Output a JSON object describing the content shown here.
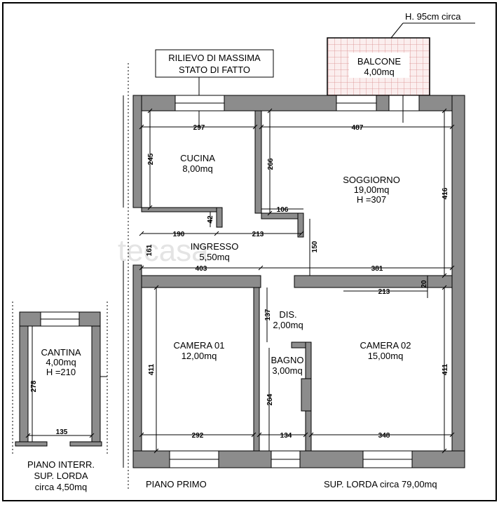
{
  "header": {
    "survey_line1": "RILIEVO DI MASSIMA",
    "survey_line2": "STATO DI FATTO",
    "balcony_height": "H. 95cm circa"
  },
  "watermark": "tecasa",
  "rooms": {
    "balcone": {
      "name": "BALCONE",
      "area": "4,00mq"
    },
    "cucina": {
      "name": "CUCINA",
      "area": "8,00mq"
    },
    "soggiorno": {
      "name": "SOGGIORNO",
      "area": "19,00mq",
      "height": "H =307"
    },
    "ingresso": {
      "name": "INGRESSO",
      "area": "5,50mq"
    },
    "dis": {
      "name": "DIS.",
      "area": "2,00mq"
    },
    "camera01": {
      "name": "CAMERA 01",
      "area": "12,00mq"
    },
    "camera02": {
      "name": "CAMERA 02",
      "area": "15,00mq"
    },
    "bagno": {
      "name": "BAGNO",
      "area": "3,00mq"
    },
    "cantina": {
      "name": "CANTINA",
      "area": "4,00mq",
      "height": "H =210"
    }
  },
  "dimensions": {
    "d297": "297",
    "d487": "487",
    "d245": "245",
    "d266": "266",
    "d416": "416",
    "d106": "106",
    "d42": "42",
    "d190": "190",
    "d213a": "213",
    "d150": "150",
    "d161": "161",
    "d403": "403",
    "d381": "381",
    "d213b": "213",
    "d20": "20",
    "d137": "137",
    "d411a": "411",
    "d411b": "411",
    "d264": "264",
    "d292": "292",
    "d134": "134",
    "d348": "348",
    "d278": "278",
    "d135": "135"
  },
  "footer": {
    "basement_line1": "PIANO INTERR.",
    "basement_line2": "SUP. LORDA",
    "basement_line3": "circa 4,50mq",
    "first_floor": "PIANO PRIMO",
    "total_area": "SUP. LORDA circa 79,00mq"
  }
}
